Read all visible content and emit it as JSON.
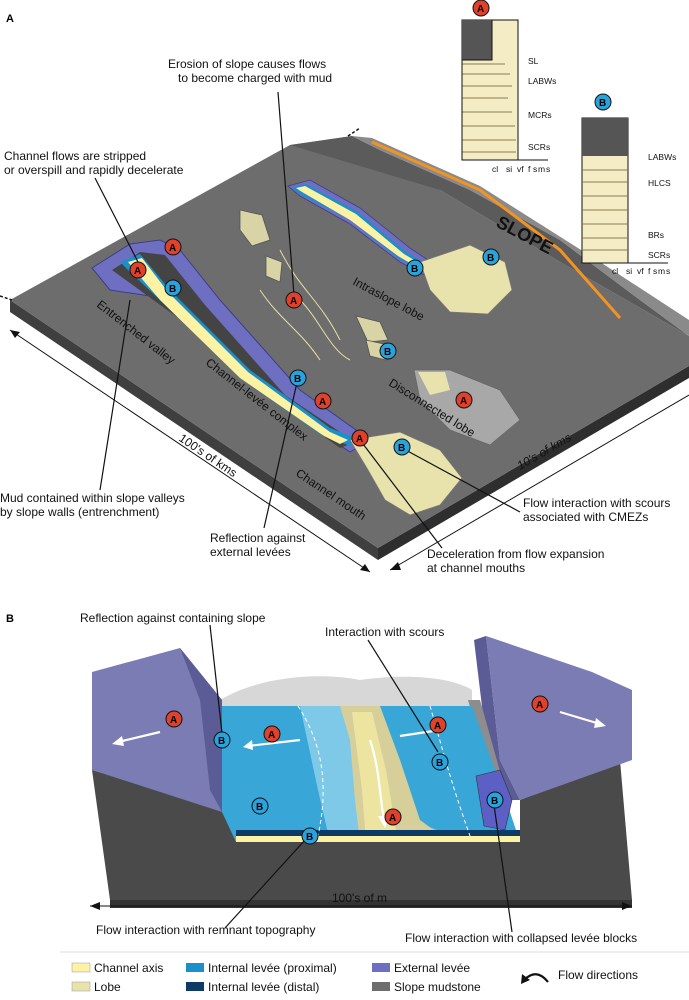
{
  "panel_a": {
    "letter": "A",
    "callouts": {
      "channel_flows": [
        "Channel flows are stripped",
        "or overspill and rapidly decelerate"
      ],
      "erosion": [
        "Erosion of slope causes flows",
        "to become charged with mud"
      ],
      "mud_contained": [
        "Mud contained within slope valleys",
        "by slope walls (entrenchment)"
      ],
      "reflection": [
        "Reflection against",
        "external levées"
      ],
      "deceleration": [
        "Deceleration from flow expansion",
        "at channel mouths"
      ],
      "flow_interaction": [
        "Flow interaction with scours",
        "associated with CMEZs"
      ]
    },
    "features": {
      "entrenched_valley": "Entrenched valley",
      "channel_levee_complex": "Channel-levée complex",
      "intraslope_lobe": "Intraslope lobe",
      "disconnected_lobe": "Disconnected lobe",
      "channel_mouth": "Channel mouth",
      "slope": "SLOPE"
    },
    "scales": {
      "length": "100's of kms",
      "width": "10's of kms"
    },
    "log_a": {
      "badge": "A",
      "facies": [
        "SL",
        "LABWs",
        "MCRs",
        "SCRs"
      ],
      "grain_axis": [
        "cl",
        "si",
        "vf",
        "f",
        "s",
        "m",
        "s"
      ]
    },
    "log_b": {
      "badge": "B",
      "facies": [
        "LABWs",
        "HLCS",
        "BRs",
        "SCRs"
      ],
      "grain_axis": [
        "cl",
        "si",
        "vf",
        "f",
        "s",
        "m",
        "s"
      ]
    }
  },
  "panel_b": {
    "letter": "B",
    "callouts": {
      "reflection_slope": "Reflection against containing slope",
      "interaction_scours": "Interaction with scours",
      "remnant_topography": "Flow interaction with remnant topography",
      "collapsed_blocks": "Flow interaction with collapsed levée blocks"
    },
    "scale": "100's of m"
  },
  "badges": {
    "a": "A",
    "b": "B"
  },
  "legend": {
    "channel_axis": "Channel axis",
    "lobe": "Lobe",
    "internal_levee_proximal": "Internal levée (proximal)",
    "internal_levee_distal": "Internal levée (distal)",
    "external_levee": "External levée",
    "slope_mudstone": "Slope mudstone",
    "flow_directions": "Flow directions"
  },
  "colors": {
    "badge_a": "#e0412b",
    "badge_b": "#29a3dc",
    "slope_mudstone": "#6d6d6d",
    "external_levee": "#6e6fc0",
    "channel_axis": "#fbf2a4",
    "lobe": "#e8e2ad",
    "internal_levee_proximal": "#1b8fc9",
    "internal_levee_distal": "#0b3b66",
    "slope_line": "#f39322"
  }
}
